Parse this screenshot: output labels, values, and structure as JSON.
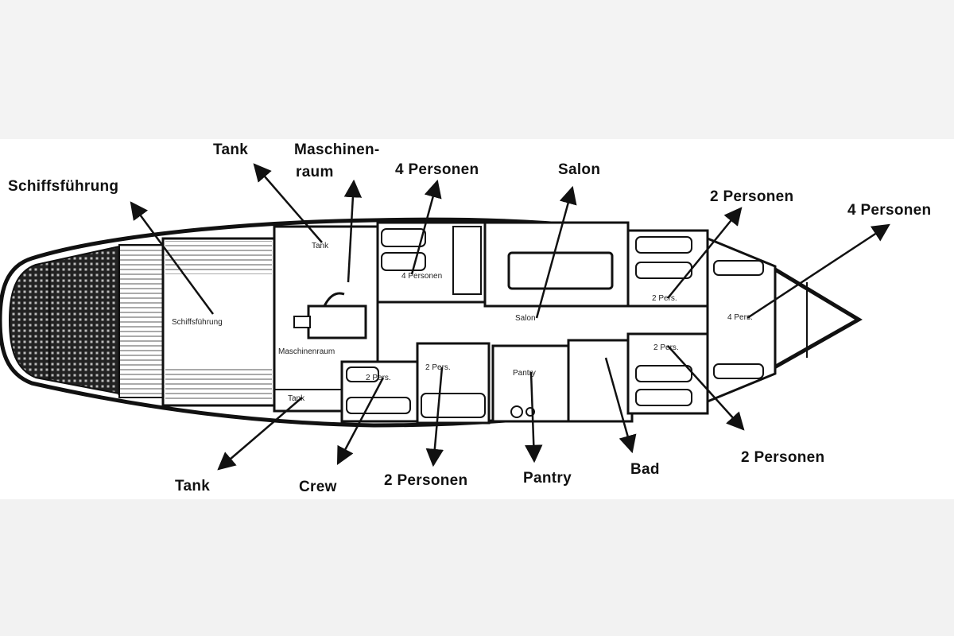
{
  "labels": {
    "schiffsfuehrung": "Schiffsführung",
    "tank_top": "Tank",
    "maschinenraum_1": "Maschinen-",
    "maschinenraum_2": "raum",
    "vier_personen_mid": "4 Personen",
    "salon": "Salon",
    "zwei_personen_top": "2 Personen",
    "vier_personen_bow": "4 Personen",
    "tank_bottom": "Tank",
    "crew": "Crew",
    "zwei_personen_bottom": "2 Personen",
    "pantry": "Pantry",
    "bad": "Bad",
    "zwei_personen_bow_bottom": "2 Personen"
  },
  "inner_labels": {
    "schiffsfuehrung": "Schiffsführung",
    "tank_top": "Tank",
    "maschinenraum": "Maschinenraum",
    "vier_personen": "4 Personen",
    "salon": "Salon",
    "zwei_personen_a": "2 Pers.",
    "vier_personen_bow": "4 Pers.",
    "tank_bottom": "Tank",
    "crew": "2 Pers.",
    "zwei_personen_b": "2 Pers.",
    "pantry": "Pantry",
    "zwei_personen_c": "2 Pers."
  }
}
